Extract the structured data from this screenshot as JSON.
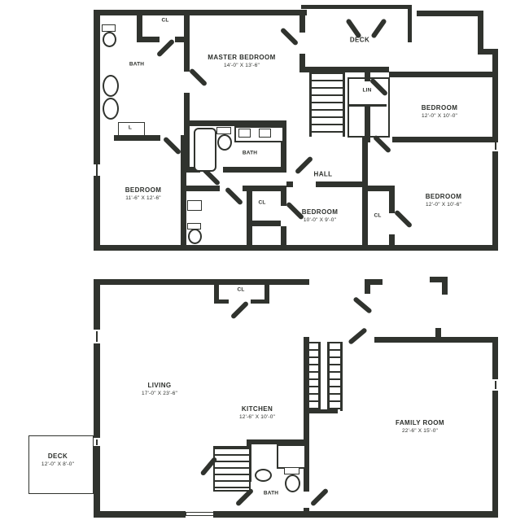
{
  "colors": {
    "wall": "#30332e",
    "background": "#ffffff",
    "text": "#2c2f2b"
  },
  "upper": {
    "master": {
      "name": "MASTER BEDROOM",
      "dims": "14'-0\" X 13'-6\""
    },
    "deck": {
      "name": "DECK"
    },
    "bedroom_right_top": {
      "name": "BEDROOM",
      "dims": "12'-0\" X 10'-0\""
    },
    "bedroom_left": {
      "name": "BEDROOM",
      "dims": "11'-6\" X 12'-6\""
    },
    "bedroom_center": {
      "name": "BEDROOM",
      "dims": "10'-0\" X 9'-0\""
    },
    "bedroom_right_bottom": {
      "name": "BEDROOM",
      "dims": "12'-0\" X 10'-6\""
    },
    "hall": {
      "name": "HALL"
    },
    "bath_main": {
      "name": "BATH"
    },
    "bath_master": {
      "name": "BATH"
    },
    "linen": {
      "name": "LIN"
    },
    "linen_small": {
      "name": "L"
    },
    "closet_top": {
      "name": "CL"
    },
    "closet_mid": {
      "name": "CL"
    },
    "closet_right": {
      "name": "CL"
    }
  },
  "lower": {
    "living": {
      "name": "LIVING",
      "dims": "17'-0\" X 23'-6\""
    },
    "kitchen": {
      "name": "KITCHEN",
      "dims": "12'-6\" X 10'-0\""
    },
    "family": {
      "name": "FAMILY ROOM",
      "dims": "22'-6\" X 15'-0\""
    },
    "deck": {
      "name": "DECK",
      "dims": "12'-0\" X 8'-0\""
    },
    "bath": {
      "name": "BATH"
    },
    "closet_entry": {
      "name": "CL"
    }
  }
}
